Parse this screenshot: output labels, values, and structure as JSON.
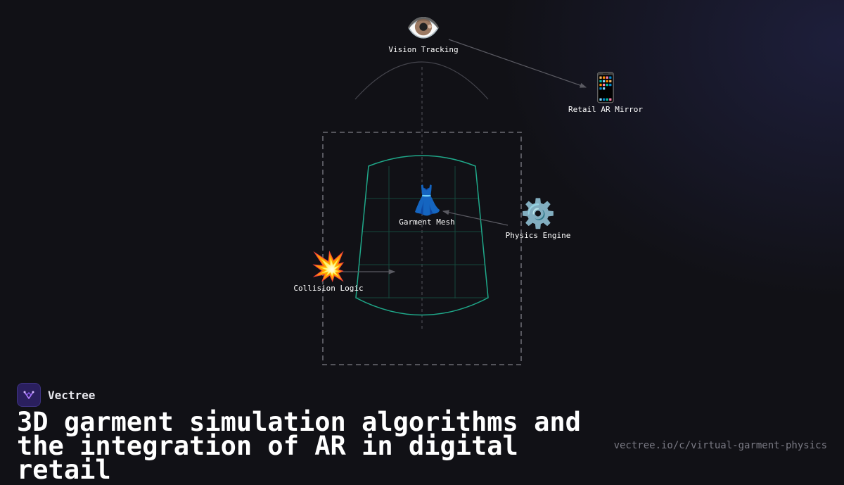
{
  "diagram": {
    "nodes": [
      {
        "id": "vision",
        "icon": "eye-icon",
        "glyph": "👁️",
        "label": "Vision Tracking"
      },
      {
        "id": "retail",
        "icon": "mobile-phone-icon",
        "glyph": "📱",
        "label": "Retail AR Mirror"
      },
      {
        "id": "garment",
        "icon": "dress-icon",
        "glyph": "👗",
        "label": "Garment Mesh"
      },
      {
        "id": "physics",
        "icon": "gear-icon",
        "glyph": "⚙️",
        "label": "Physics Engine"
      },
      {
        "id": "collision",
        "icon": "collision-icon",
        "glyph": "💥",
        "label": "Collision Logic"
      }
    ],
    "edges": [
      {
        "from": "Vision Tracking",
        "to": "Retail AR Mirror"
      },
      {
        "from": "Physics Engine",
        "to": "Garment Mesh"
      },
      {
        "from": "Collision Logic",
        "to": "Garment Mesh"
      }
    ],
    "colors": {
      "mesh": "#1fa98a",
      "frame": "#6a6a72",
      "arrow": "#5a5a62"
    }
  },
  "brand": {
    "name": "Vectree",
    "icon": "vectree-logo-icon"
  },
  "headline": {
    "line1": "3D garment simulation algorithms and",
    "line2": "the integration of AR in digital retail"
  },
  "url": "vectree.io/c/virtual-garment-physics"
}
